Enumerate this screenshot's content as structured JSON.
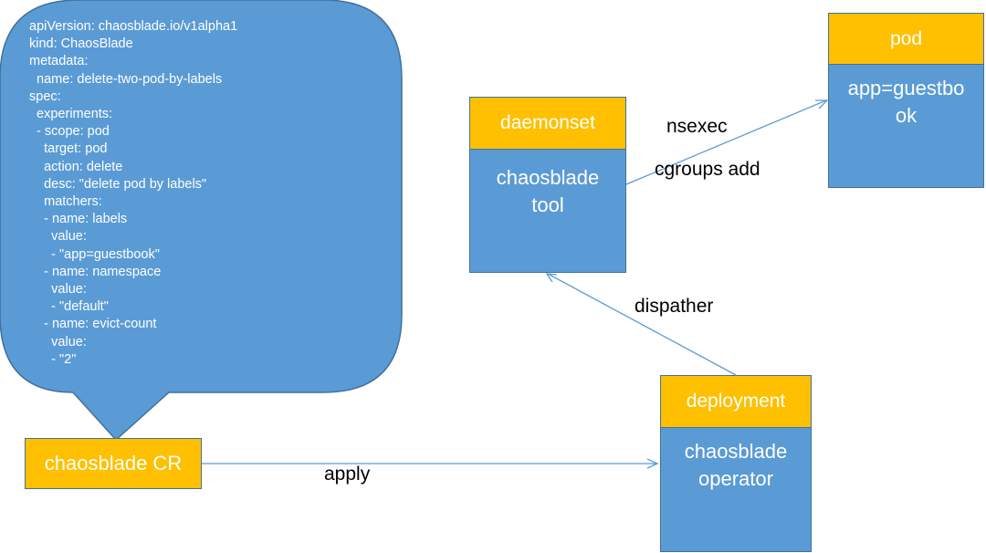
{
  "callout": {
    "lines": [
      "apiVersion: chaosblade.io/v1alpha1",
      "kind: ChaosBlade",
      "metadata:",
      "  name: delete-two-pod-by-labels",
      "spec:",
      "  experiments:",
      "  - scope: pod",
      "    target: pod",
      "    action: delete",
      "    desc: \"delete pod by labels\"",
      "    matchers:",
      "    - name: labels",
      "      value:",
      "      - \"app=guestbook\"",
      "    - name: namespace",
      "      value:",
      "      - \"default\"",
      "    - name: evict-count",
      "      value:",
      "      - \"2\""
    ]
  },
  "nodes": {
    "cr": {
      "label": "chaosblade CR"
    },
    "daemonset": {
      "header": "daemonset",
      "body": "chaosblade\ntool"
    },
    "pod": {
      "header": "pod",
      "body": "app=guestbo\nok"
    },
    "deployment": {
      "header": "deployment",
      "body": "chaosblade\noperator"
    }
  },
  "edges": {
    "apply": "apply",
    "dispather": "dispather",
    "nsexec": "nsexec",
    "cgroups": "cgroups add"
  },
  "colors": {
    "blue": "#5b9bd5",
    "border": "#41719c",
    "orange": "#fec000",
    "text": "#ffffff"
  }
}
